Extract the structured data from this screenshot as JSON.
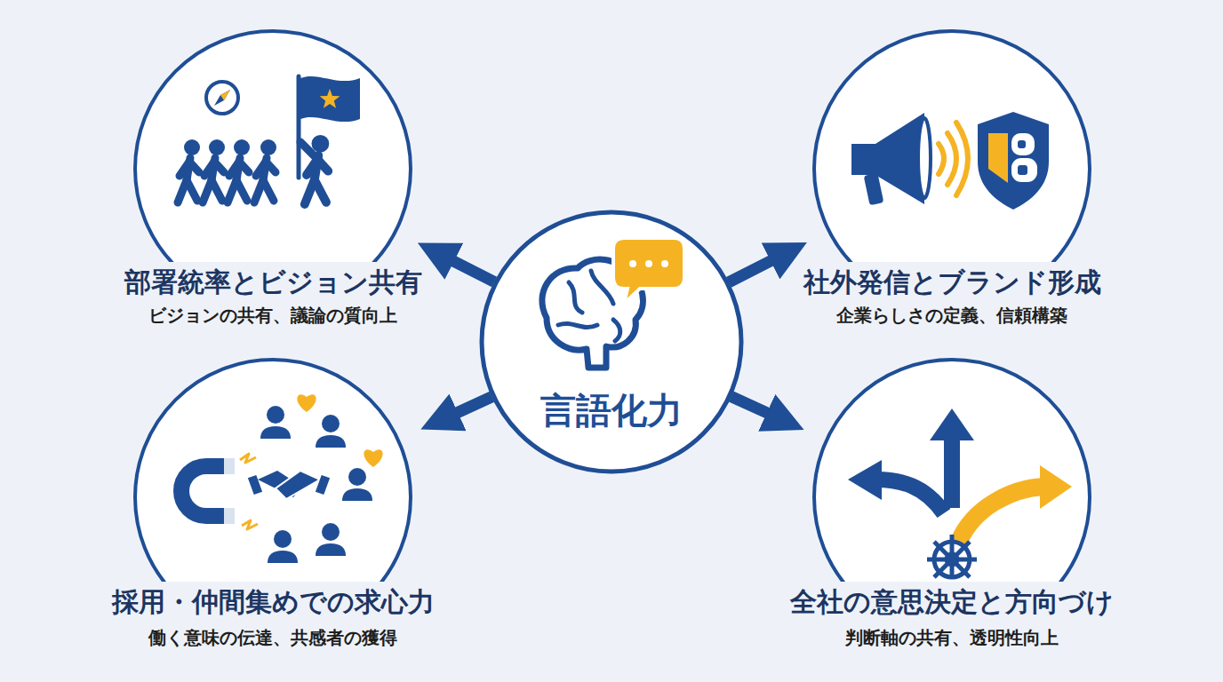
{
  "diagram": {
    "nodes": [
      {
        "text": [
          "部署統率とビジョン共有",
          "ビジョンの共有、議論の質向上"
        ]
      },
      {
        "text": [
          "社外発信とブランド形成",
          "企業らしさの定義、信頼構築"
        ]
      },
      {
        "text": [
          "言語化力"
        ]
      },
      {
        "text": [
          "採用・仲間集めでの求心力",
          "働く意味の伝達、共感者の獲得"
        ]
      },
      {
        "text": [
          "全社の意思決定と方向づけ",
          "判断軸の共有、透明性向上"
        ]
      }
    ],
    "edges": [
      {
        "from": 2,
        "to": 0,
        "arrow": "to"
      },
      {
        "from": 2,
        "to": 1,
        "arrow": "to"
      },
      {
        "from": 2,
        "to": 3,
        "arrow": "to"
      },
      {
        "from": 2,
        "to": 4,
        "arrow": "to"
      }
    ]
  }
}
